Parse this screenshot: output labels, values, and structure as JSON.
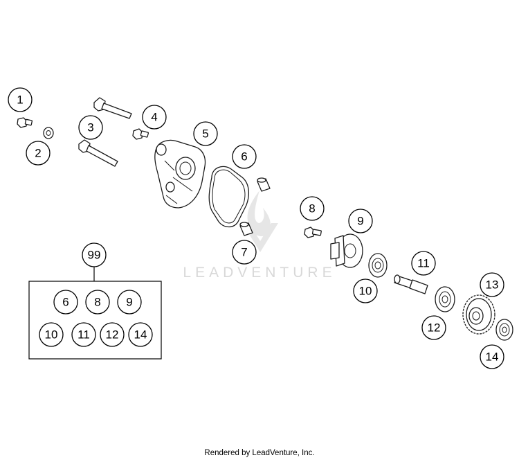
{
  "watermark": {
    "text": "LEADVENTURE"
  },
  "credit": "Rendered by LeadVenture, Inc.",
  "callouts": [
    {
      "id": "c1",
      "label": "1"
    },
    {
      "id": "c2",
      "label": "2"
    },
    {
      "id": "c3",
      "label": "3"
    },
    {
      "id": "c4",
      "label": "4"
    },
    {
      "id": "c5",
      "label": "5"
    },
    {
      "id": "c6",
      "label": "6"
    },
    {
      "id": "c7",
      "label": "7"
    },
    {
      "id": "c8",
      "label": "8"
    },
    {
      "id": "c9",
      "label": "9"
    },
    {
      "id": "c10",
      "label": "10"
    },
    {
      "id": "c11",
      "label": "11"
    },
    {
      "id": "c12",
      "label": "12"
    },
    {
      "id": "c13",
      "label": "13"
    },
    {
      "id": "c14",
      "label": "14"
    }
  ],
  "kit": {
    "label": "99",
    "items": [
      "6",
      "8",
      "9",
      "10",
      "11",
      "12",
      "14"
    ]
  }
}
